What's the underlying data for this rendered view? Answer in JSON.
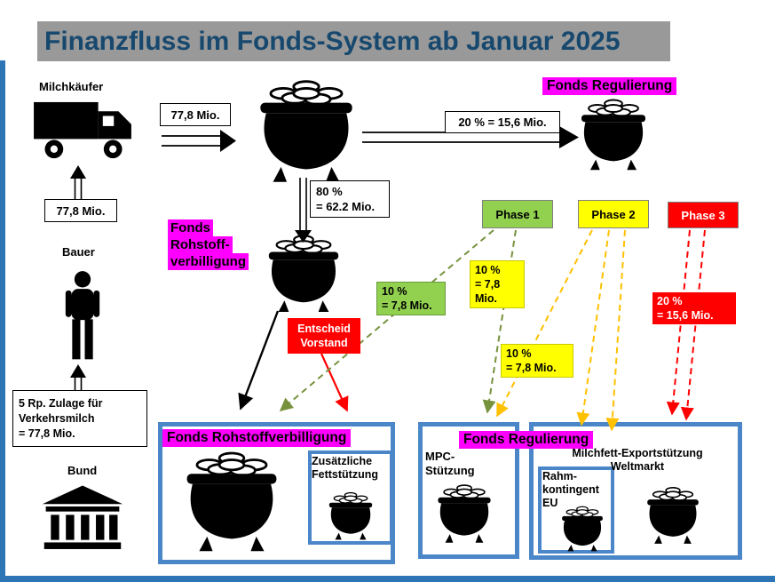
{
  "title": "Finanzfluss im Fonds-System ab Januar 2025",
  "left_chain": {
    "milk_buyer": "Milchkäufer",
    "amount": "77,8 Mio.",
    "farmer": "Bauer",
    "subsidy": [
      "5 Rp. Zulage für",
      "Verkehrsmilch",
      "= 77,8 Mio."
    ],
    "government": "Bund"
  },
  "main_flow": {
    "inflow_amount": "77,8 Mio.",
    "fonds_regulierung": "Fonds Regulierung",
    "regulierung_share": "20 % = 15,6 Mio.",
    "rohstoff_share": [
      "80 %",
      "= 62.2 Mio."
    ],
    "fonds_rohstoff": [
      "Fonds",
      "Rohstoff-",
      "verbilligung"
    ],
    "entscheid_vorstand": [
      "Entscheid",
      "Vorstand"
    ]
  },
  "phases": {
    "phase1": "Phase 1",
    "phase2": "Phase 2",
    "phase3": "Phase 3",
    "share_green": [
      "10 %",
      "= 7,8 Mio."
    ],
    "share_yellow_a": [
      "10 %",
      "= 7,8",
      "Mio."
    ],
    "share_yellow_b": [
      "10 %",
      "= 7,8 Mio."
    ],
    "share_red": [
      "20 %",
      "= 15,6 Mio."
    ]
  },
  "bottom": {
    "rohstoff_title": "Fonds Rohstoffverbilligung",
    "fett": [
      "Zusätzliche",
      "Fettstützung"
    ],
    "mpc": [
      "MPC-",
      "Stützung"
    ],
    "regulierung_title": "Fonds Regulierung",
    "export": [
      "Milchfett-Exportstützung",
      "Weltmarkt"
    ],
    "rahm": [
      "Rahm-",
      "kontingent",
      "EU"
    ]
  },
  "colors": {
    "title_text": "#17486e",
    "title_bg": "#999999",
    "highlight_magenta": "#ff00ff",
    "phase_green": "#92d050",
    "phase_yellow": "#ffff00",
    "phase_red": "#ff0000",
    "frame_blue": "#4a86c8",
    "arrow_green": "#76923c",
    "arrow_orange": "#ffc000",
    "side_border_blue": "#2e75b6"
  }
}
